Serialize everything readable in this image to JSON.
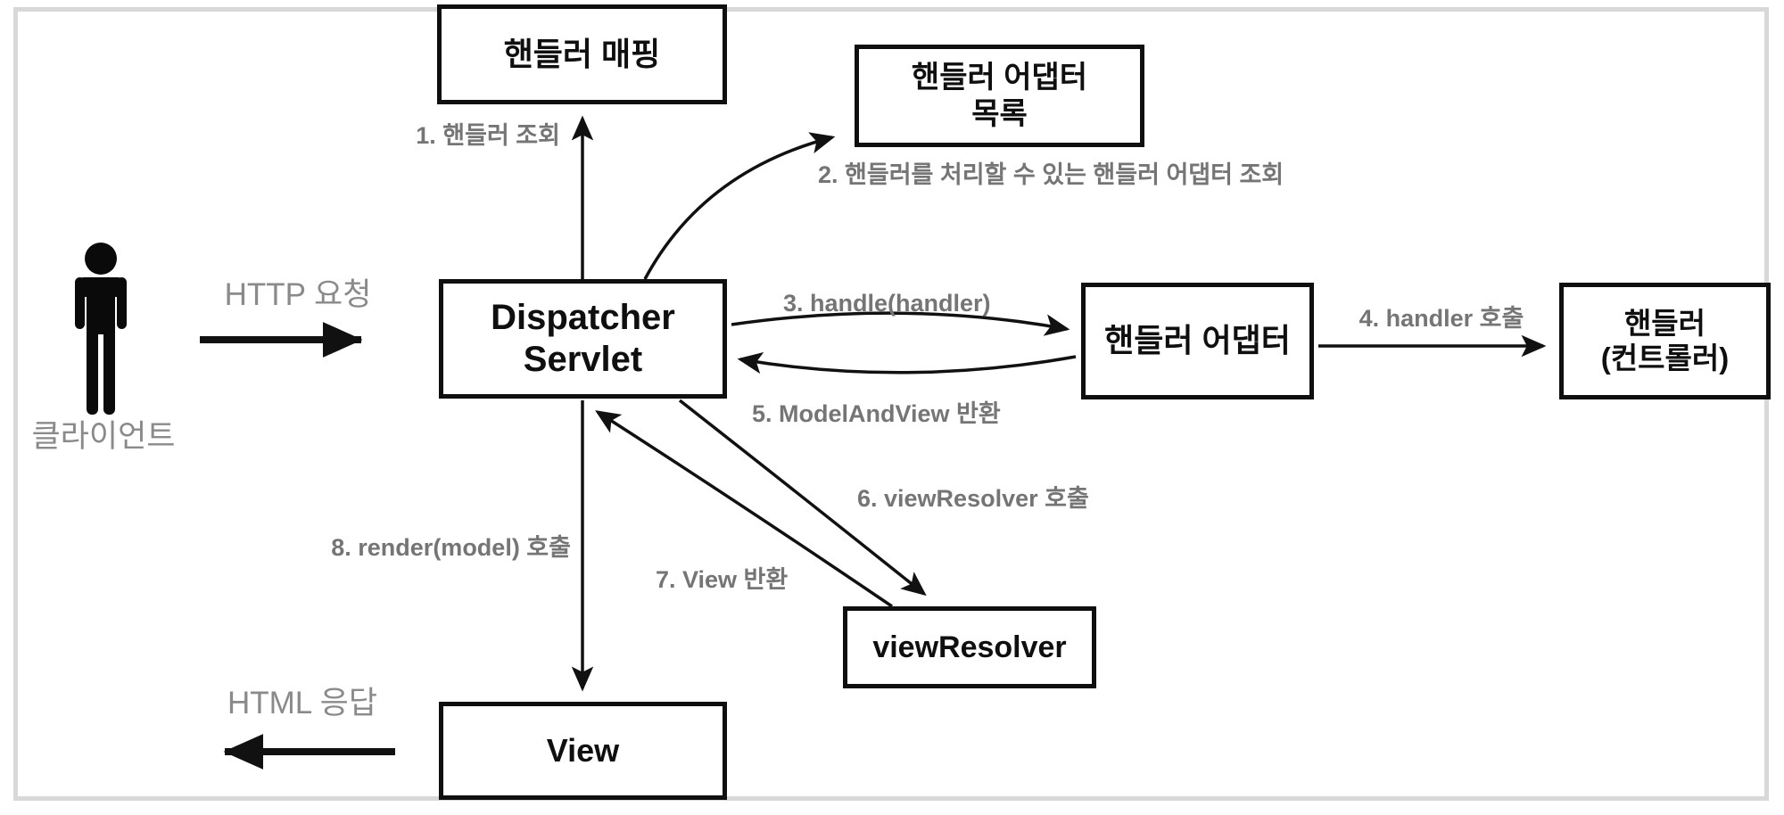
{
  "nodes": {
    "handler_mapping": {
      "label": "핸들러 매핑"
    },
    "handler_adapter_list": {
      "label": "핸들러 어댑터\n목록"
    },
    "dispatcher_servlet": {
      "label": "Dispatcher\nServlet"
    },
    "handler_adapter": {
      "label": "핸들러 어댑터"
    },
    "handler_controller": {
      "label": "핸들러\n(컨트롤러)"
    },
    "view_resolver": {
      "label": "viewResolver"
    },
    "view": {
      "label": "View"
    }
  },
  "actor": {
    "label": "클라이언트"
  },
  "labels": {
    "http_request": "HTTP 요청",
    "html_response": "HTML 응답",
    "step1": "1. 핸들러 조회",
    "step2": "2. 핸들러를 처리할 수 있는 핸들러 어댑터 조회",
    "step3": "3. handle(handler)",
    "step4": "4. handler 호출",
    "step5": "5. ModelAndView 반환",
    "step6": "6. viewResolver 호출",
    "step7": "7. View 반환",
    "step8": "8. render(model) 호출"
  },
  "colors": {
    "box_border": "#0f0f0f",
    "box_text": "#0f0f0f",
    "step_label": "#757575",
    "side_label": "#8a8a8a",
    "arrow": "#111111",
    "frame_border": "#d8d8d8",
    "background": "#ffffff"
  }
}
